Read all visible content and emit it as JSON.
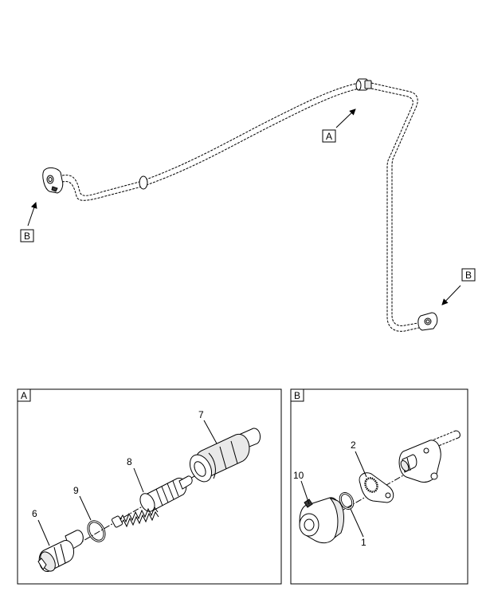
{
  "overview": {
    "label_a": "A",
    "label_b_left": "B",
    "label_b_right": "B"
  },
  "detail_a": {
    "tag": "A",
    "callouts": [
      "7",
      "8",
      "9",
      "6"
    ]
  },
  "detail_b": {
    "tag": "B",
    "callouts": [
      "2",
      "10",
      "1"
    ]
  }
}
